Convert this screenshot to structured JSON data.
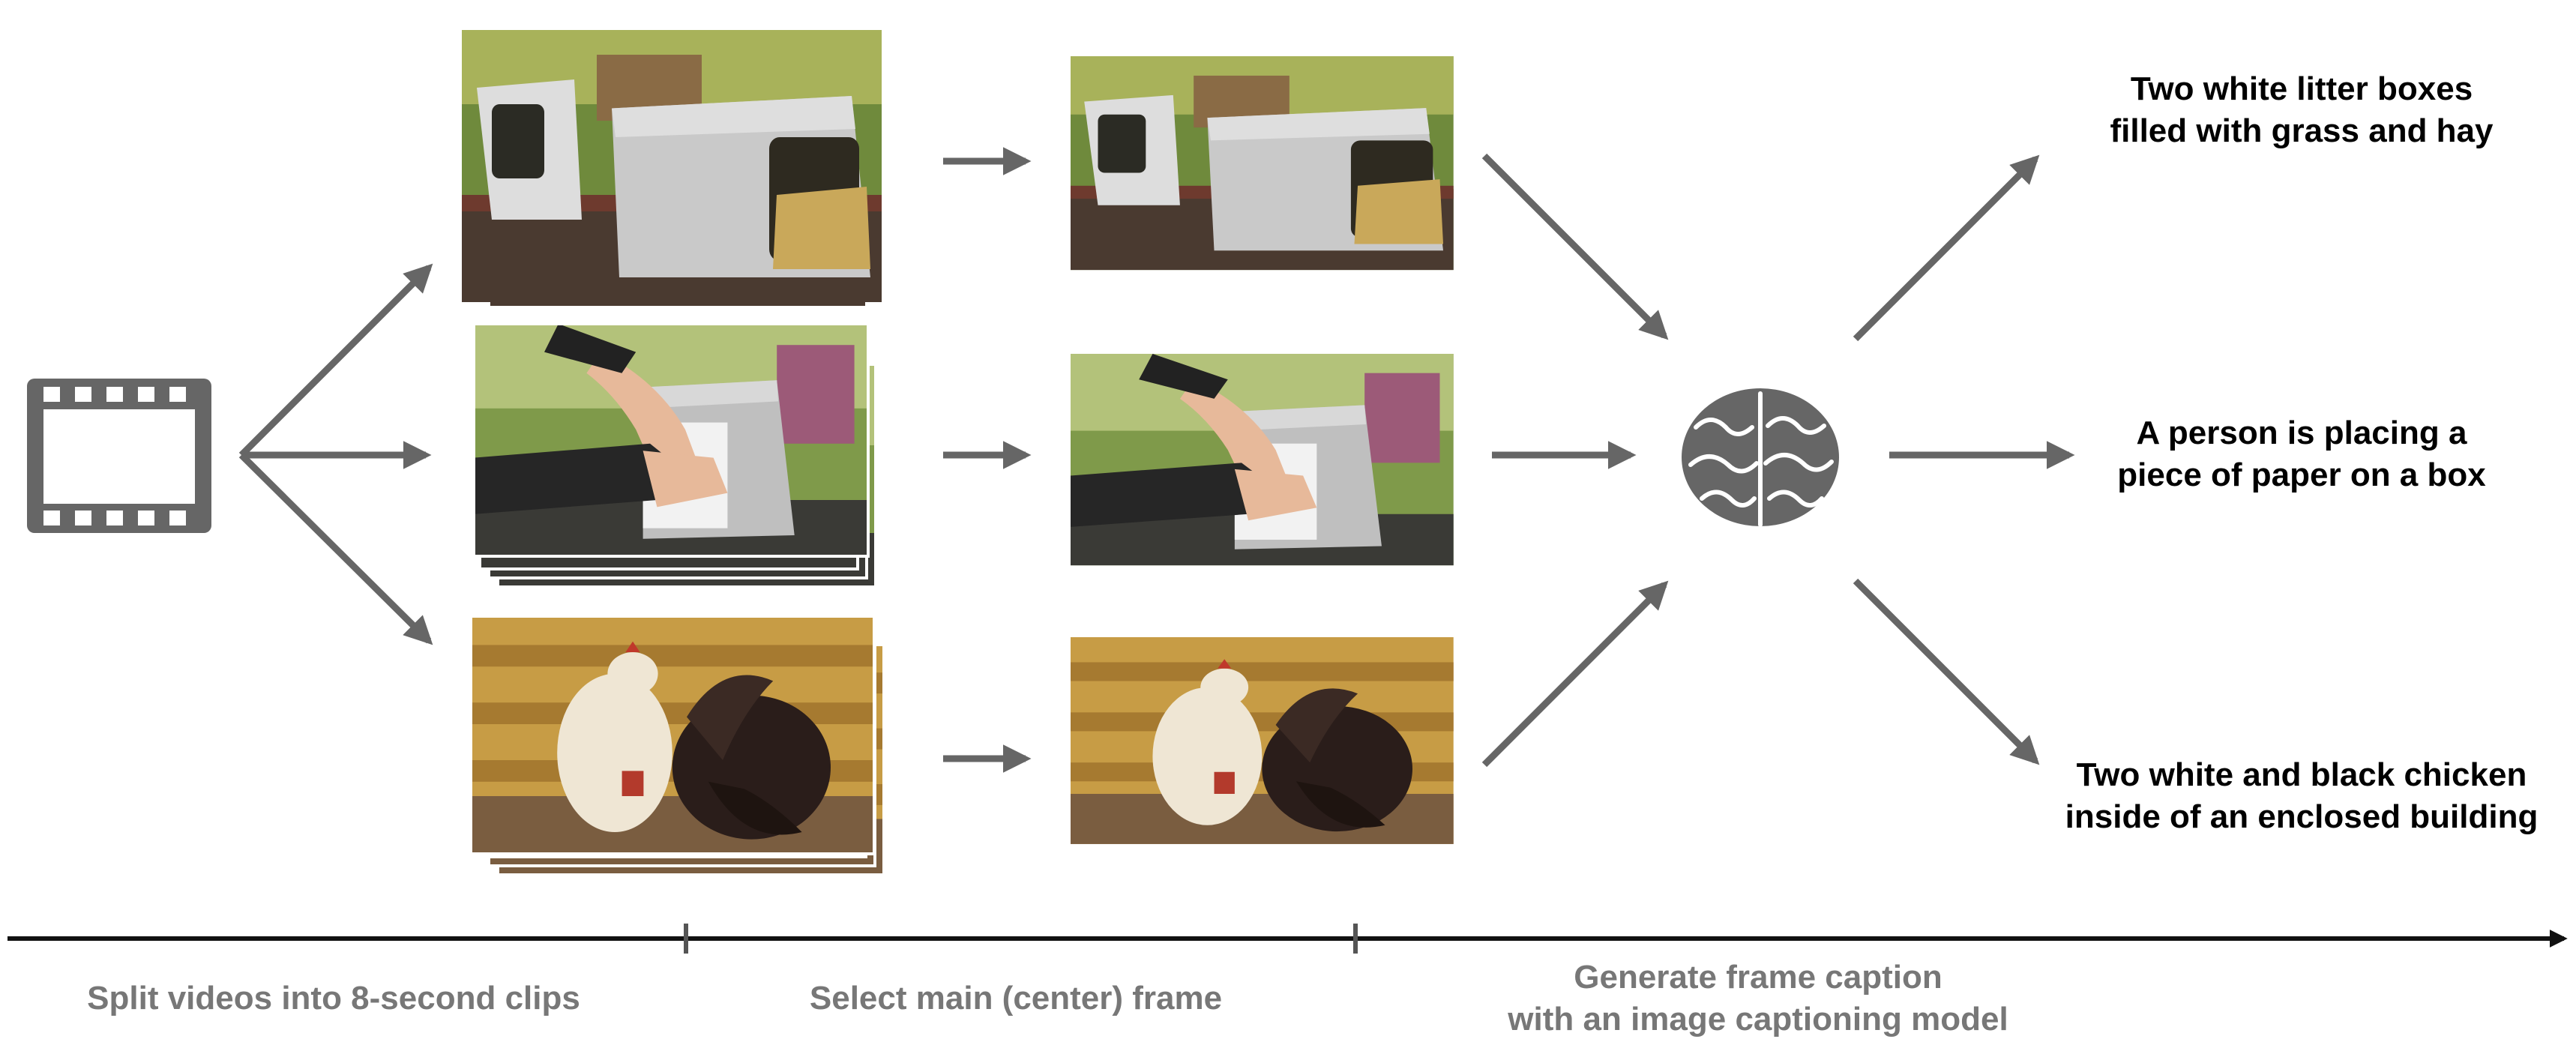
{
  "captions": [
    {
      "line1": "Two white litter boxes",
      "line2": "filled with grass and hay"
    },
    {
      "line1": "A person is placing a",
      "line2": "piece of paper on a box"
    },
    {
      "line1": "Two white and black chicken",
      "line2": "inside of an enclosed building"
    }
  ],
  "stages": [
    {
      "line1": "Split videos into 8-second clips",
      "line2": ""
    },
    {
      "line1": "Select main (center) frame",
      "line2": ""
    },
    {
      "line1": "Generate frame caption",
      "line2": "with an image captioning model"
    }
  ],
  "colors": {
    "arrow": "#666666",
    "timeline": "#111111",
    "icon": "#666666"
  },
  "icons": [
    "film-strip-icon",
    "brain-icon"
  ]
}
